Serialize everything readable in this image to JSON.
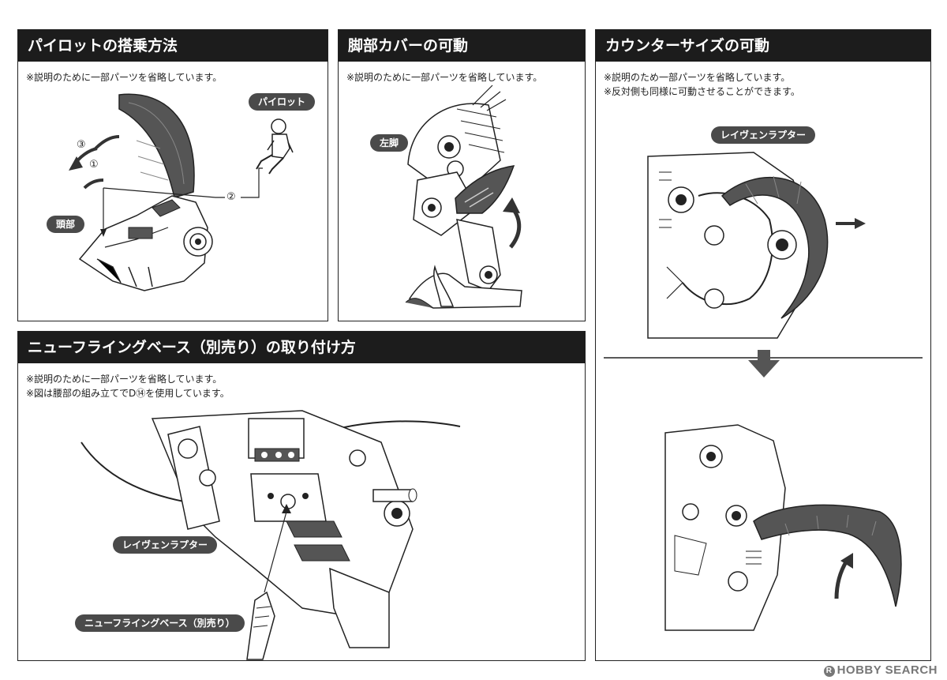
{
  "panels": {
    "pilot": {
      "title": "パイロットの搭乗方法",
      "note1": "※説明のために一部パーツを省略しています。",
      "label_pilot": "パイロット",
      "label_head": "頭部",
      "step1": "①",
      "step2": "②",
      "step3": "③"
    },
    "leg": {
      "title": "脚部カバーの可動",
      "note1": "※説明のために一部パーツを省略しています。",
      "label_leg": "左脚"
    },
    "counter": {
      "title": "カウンターサイズの可動",
      "note1": "※説明のため一部パーツを省略しています。",
      "note2": "※反対側も同様に可動させることができます。",
      "label_model": "レイヴェンラプター"
    },
    "base": {
      "title": "ニューフライングベース（別売り）の取り付け方",
      "note1": "※説明のために一部パーツを省略しています。",
      "note2": "※図は腰部の組み立てでD⑭を使用しています。",
      "label_model": "レイヴェンラプター",
      "label_base": "ニューフライングベース（別売り）"
    }
  },
  "watermark": {
    "text": "HOBBY SEARCH",
    "mark": "R"
  },
  "colors": {
    "header_bg": "#1c1c1c",
    "pill_bg": "#4a4a4a",
    "part_dark": "#555555",
    "line": "#222222"
  }
}
